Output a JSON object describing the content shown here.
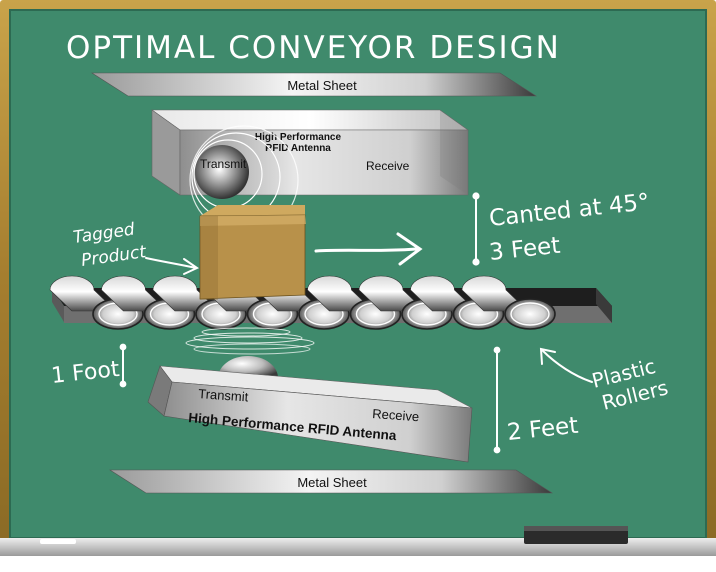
{
  "title": "OPTIMAL CONVEYOR DESIGN",
  "top_sheet": {
    "label": "Metal Sheet"
  },
  "top_antenna": {
    "name_line1": "High Performance",
    "name_line2": "RFID Antenna",
    "transmit": "Transmit",
    "receive": "Receive"
  },
  "product_label": {
    "line1": "Tagged",
    "line2": "Product"
  },
  "canted_label": {
    "line1": "Canted at 45°",
    "line2": "3 Feet"
  },
  "one_foot": "1 Foot",
  "two_feet": "2 Feet",
  "plastic_label": {
    "line1": "Plastic",
    "line2": "Rollers"
  },
  "bottom_antenna": {
    "transmit": "Transmit",
    "receive": "Receive",
    "name": "High Performance RFID Antenna"
  },
  "bottom_sheet": {
    "label": "Metal Sheet"
  },
  "colors": {
    "board": "#3f8a6c",
    "frame": "#b08a3a",
    "chalk": "#ffffff",
    "box": "#b8914a",
    "belt": "#2a2a2a"
  },
  "icons": [
    "chalkboard",
    "metal-sheet",
    "rfid-antenna",
    "cardboard-box",
    "roller",
    "eraser",
    "chalk-stick"
  ]
}
